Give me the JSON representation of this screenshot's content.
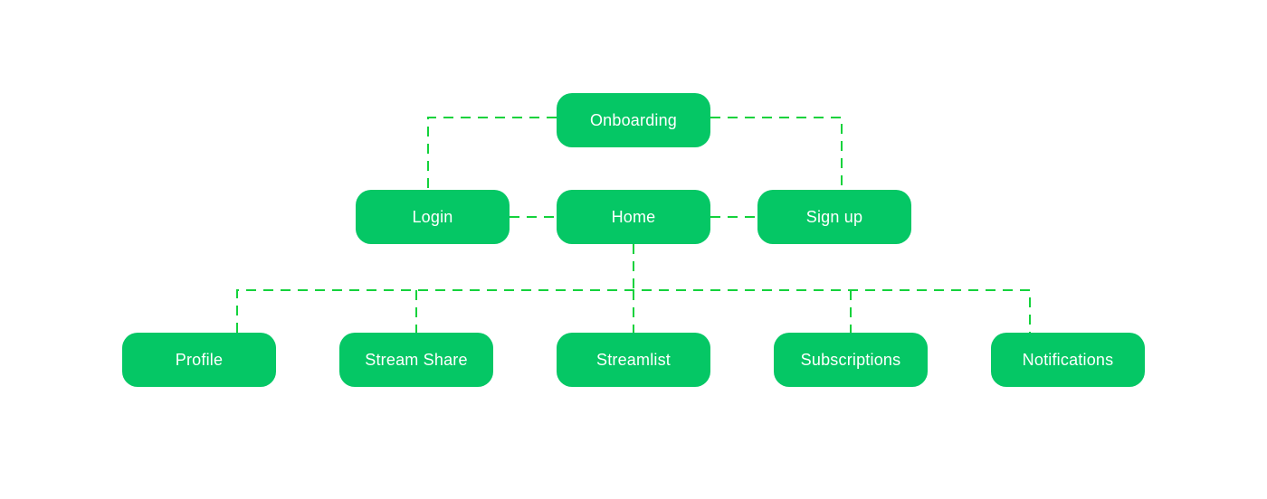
{
  "diagram": {
    "type": "sitemap-flowchart",
    "colors": {
      "node_fill": "#05C765",
      "connector": "#14D23C",
      "node_text": "#FFFFFF",
      "background": "#FFFFFF"
    },
    "nodes": [
      {
        "id": "onboarding",
        "label": "Onboarding",
        "row": 1
      },
      {
        "id": "login",
        "label": "Login",
        "row": 2
      },
      {
        "id": "home",
        "label": "Home",
        "row": 2
      },
      {
        "id": "signup",
        "label": "Sign up",
        "row": 2
      },
      {
        "id": "profile",
        "label": "Profile",
        "row": 3
      },
      {
        "id": "stream-share",
        "label": "Stream Share",
        "row": 3
      },
      {
        "id": "streamlist",
        "label": "Streamlist",
        "row": 3
      },
      {
        "id": "subscriptions",
        "label": "Subscriptions",
        "row": 3
      },
      {
        "id": "notifications",
        "label": "Notifications",
        "row": 3
      }
    ],
    "edges": [
      {
        "from": "onboarding",
        "to": "login",
        "style": "dashed-elbow"
      },
      {
        "from": "onboarding",
        "to": "signup",
        "style": "dashed-elbow"
      },
      {
        "from": "login",
        "to": "home",
        "style": "dashed-straight"
      },
      {
        "from": "home",
        "to": "signup",
        "style": "dashed-straight"
      },
      {
        "from": "home",
        "to": "profile",
        "style": "dashed-elbow"
      },
      {
        "from": "home",
        "to": "stream-share",
        "style": "dashed-elbow"
      },
      {
        "from": "home",
        "to": "streamlist",
        "style": "dashed-elbow"
      },
      {
        "from": "home",
        "to": "subscriptions",
        "style": "dashed-elbow"
      },
      {
        "from": "home",
        "to": "notifications",
        "style": "dashed-elbow"
      }
    ]
  }
}
